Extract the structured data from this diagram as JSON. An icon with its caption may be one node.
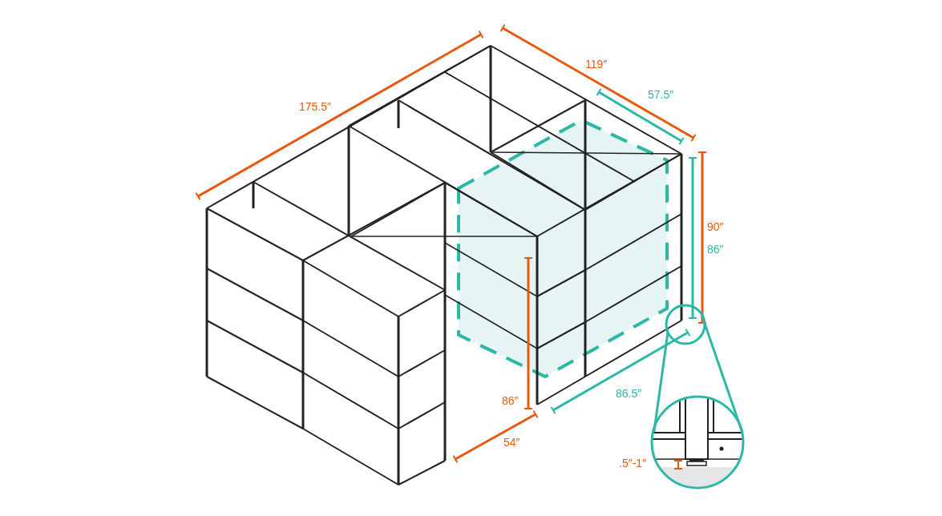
{
  "diagram": {
    "labels": [
      "175.5″",
      "119″",
      "57.5″",
      "90″",
      "86″",
      "86″",
      "86.5″",
      "54″",
      ".5″-1″"
    ]
  }
}
